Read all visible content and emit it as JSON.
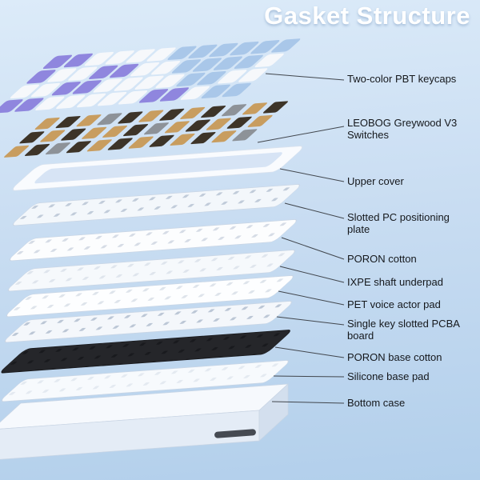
{
  "title": "Gasket Structure",
  "labels": [
    {
      "text": "Two-color PBT keycaps"
    },
    {
      "text": "LEOBOG Greywood V3 Switches"
    },
    {
      "text": "Upper cover"
    },
    {
      "text": "Slotted PC positioning plate"
    },
    {
      "text": "PORON cotton"
    },
    {
      "text": "IXPE shaft underpad"
    },
    {
      "text": "PET voice actor pad"
    },
    {
      "text": "Single key slotted PCBA board"
    },
    {
      "text": "PORON base cotton"
    },
    {
      "text": "Silicone base pad"
    },
    {
      "text": "Bottom case"
    }
  ],
  "palette": {
    "background_top": "#dcebf9",
    "background_bottom": "#b2cfeb",
    "title_color": "#ffffff",
    "callout_line_color": "#41464d",
    "keycap_purple": "#8f86de",
    "keycap_blue": "#a9c7e9",
    "keycap_white": "#f6f8fb",
    "switch_tan": "#c89d5f",
    "switch_brown": "#3d3428",
    "switch_metal": "#8d9298",
    "dark_layer": "#25262a",
    "white_layer": "#f8fafd"
  }
}
